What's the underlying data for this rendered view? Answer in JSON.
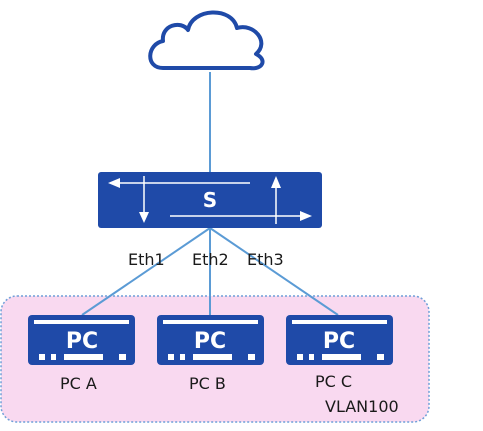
{
  "colors": {
    "device_blue": "#1f4aa8",
    "link_line": "#5b9bd5",
    "cloud_stroke": "#1f4aa8",
    "vlan_zone_fill": "#f9d9f0",
    "vlan_zone_border": "#6f9fd8"
  },
  "switch": {
    "label": "S",
    "icon": "switch-icon"
  },
  "cloud": {
    "icon": "cloud-icon"
  },
  "ports": [
    {
      "label": "Eth1"
    },
    {
      "label": "Eth2"
    },
    {
      "label": "Eth3"
    }
  ],
  "pcs": [
    {
      "icon_text": "PC",
      "label": "PC A",
      "icon": "pc-icon"
    },
    {
      "icon_text": "PC",
      "label": "PC B",
      "icon": "pc-icon"
    },
    {
      "icon_text": "PC",
      "label": "PC C",
      "icon": "pc-icon"
    }
  ],
  "vlan": {
    "label": "VLAN100"
  }
}
